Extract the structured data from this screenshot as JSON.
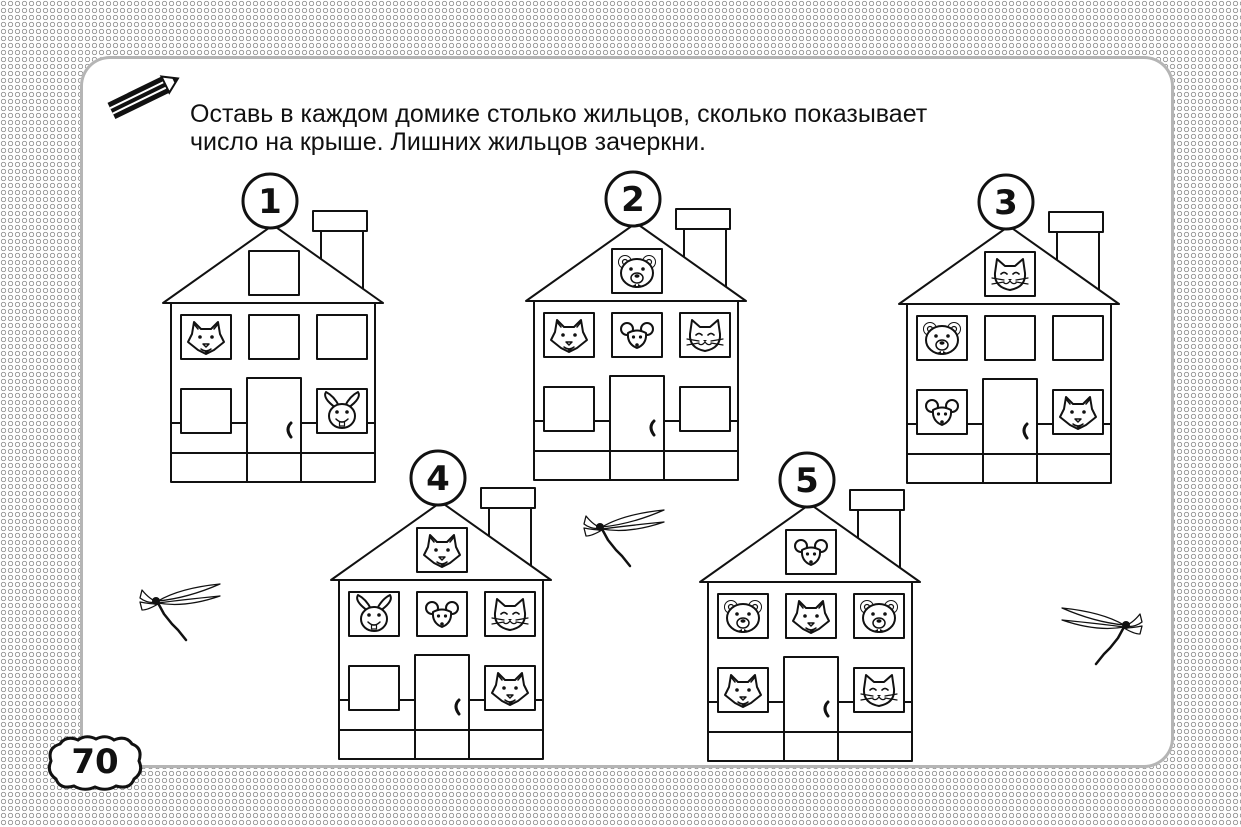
{
  "instruction": {
    "line1": "Оставь в каждом домике столько жильцов, сколько показывает",
    "line2": "число на крыше. Лишних жильцов зачеркни."
  },
  "page_number": "70",
  "houses": [
    {
      "roof_number": "1",
      "attic": "empty",
      "row1": [
        "wolf",
        "empty",
        "empty"
      ],
      "row2": [
        "empty",
        "rabbit"
      ]
    },
    {
      "roof_number": "2",
      "attic": "bear",
      "row1": [
        "wolf",
        "mouse",
        "cat"
      ],
      "row2": [
        "empty",
        "empty"
      ]
    },
    {
      "roof_number": "3",
      "attic": "cat",
      "row1": [
        "bear",
        "empty",
        "empty"
      ],
      "row2": [
        "mouse",
        "wolf"
      ]
    },
    {
      "roof_number": "4",
      "attic": "wolf",
      "row1": [
        "rabbit",
        "mouse",
        "cat"
      ],
      "row2": [
        "empty",
        "wolf"
      ]
    },
    {
      "roof_number": "5",
      "attic": "mouse",
      "row1": [
        "bear",
        "wolf",
        "bear"
      ],
      "row2": [
        "wolf",
        "cat"
      ]
    }
  ],
  "decorations": [
    "pencil-icon",
    "dragonfly-icon",
    "dragonfly-icon",
    "dragonfly-icon"
  ]
}
